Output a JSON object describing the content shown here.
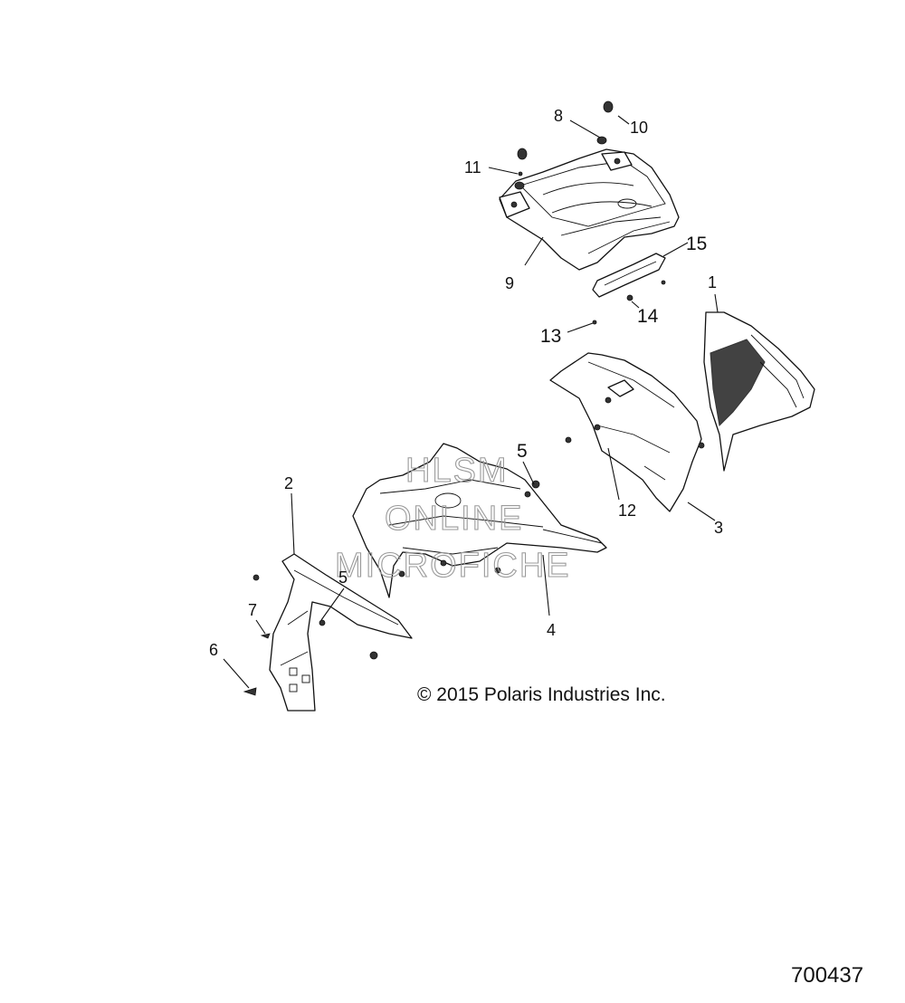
{
  "diagram": {
    "callouts": [
      {
        "id": "c1",
        "label": "1"
      },
      {
        "id": "c2",
        "label": "2"
      },
      {
        "id": "c3",
        "label": "3"
      },
      {
        "id": "c4",
        "label": "4"
      },
      {
        "id": "c5a",
        "label": "5"
      },
      {
        "id": "c5b",
        "label": "5"
      },
      {
        "id": "c6",
        "label": "6"
      },
      {
        "id": "c7",
        "label": "7"
      },
      {
        "id": "c8",
        "label": "8"
      },
      {
        "id": "c9",
        "label": "9"
      },
      {
        "id": "c10",
        "label": "10"
      },
      {
        "id": "c11",
        "label": "11"
      },
      {
        "id": "c12",
        "label": "12"
      },
      {
        "id": "c13",
        "label": "13"
      },
      {
        "id": "c14",
        "label": "14"
      },
      {
        "id": "c15",
        "label": "15"
      }
    ],
    "watermark": [
      "HLSM",
      "ONLINE",
      "MICROFICHE"
    ],
    "copyright": "© 2015 Polaris Industries Inc.",
    "figure_number": "700437"
  }
}
